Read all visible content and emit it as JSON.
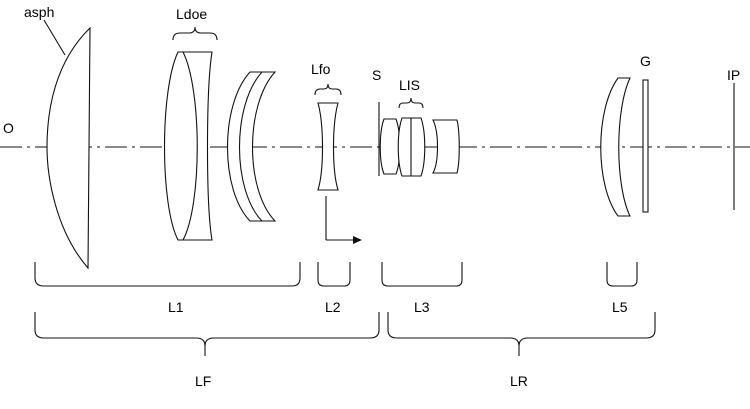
{
  "labels": {
    "object": "O",
    "image_plane": "IP",
    "aspheric": "asph",
    "doe_lens": "Ldoe",
    "focus_lens": "Lfo",
    "stop": "S",
    "is_lens": "LIS",
    "glass": "G"
  },
  "groups": {
    "l1": "L1",
    "l2": "L2",
    "l3": "L3",
    "l5": "L5",
    "front": "LF",
    "rear": "LR"
  }
}
